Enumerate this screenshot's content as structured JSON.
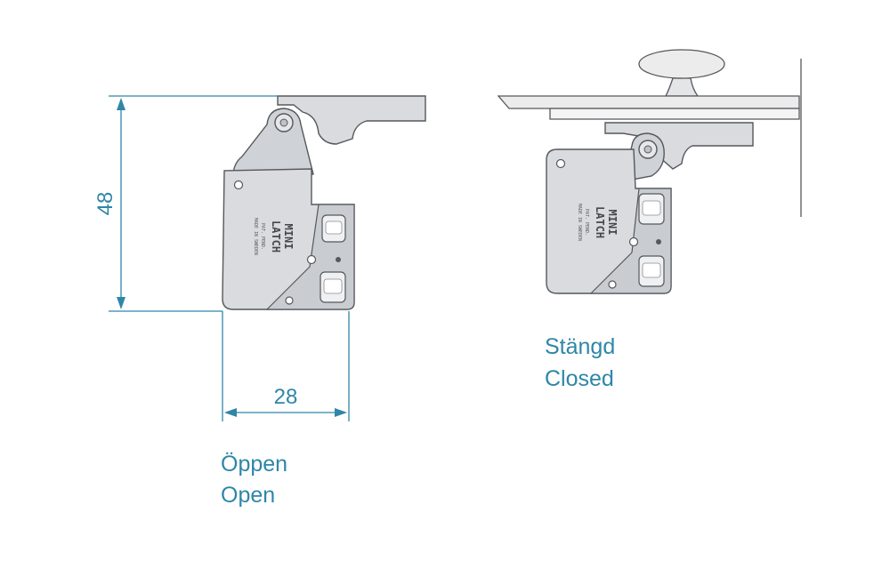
{
  "dimensions": {
    "height": "48",
    "width": "28"
  },
  "captions": {
    "open": {
      "swedish": "Öppen",
      "english": "Open"
    },
    "closed": {
      "swedish": "Stängd",
      "english": "Closed"
    }
  },
  "latch_stamp": {
    "line1": "MINI",
    "line2": "LATCH",
    "line3": "PAT. PEND.",
    "line4": "MADE IN SWEDEN"
  },
  "colors": {
    "dimension": "#2f86a8",
    "caption": "#2f86a8",
    "latch_fill": "#d9dbde",
    "latch_shade": "#bfc2c6",
    "outline": "#55585c",
    "shelf_fill": "#ececec"
  }
}
